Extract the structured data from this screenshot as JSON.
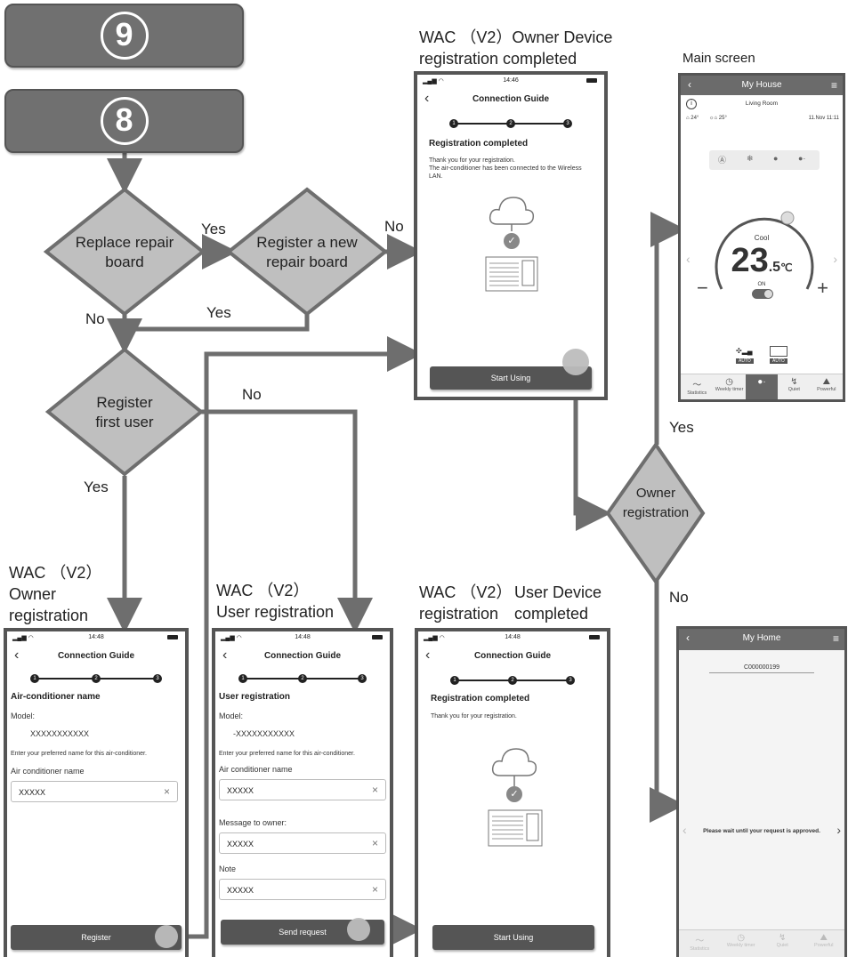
{
  "steps": {
    "step9": "9",
    "step8": "8"
  },
  "decisions": {
    "replace": "Replace repair\nboard",
    "register_new": "Register a new\nrepair board",
    "first_user": "Register\nfirst user",
    "owner": "Owner\nregistration"
  },
  "edge_labels": {
    "replace_yes": "Yes",
    "replace_no": "No",
    "new_yes": "Yes",
    "new_no": "No",
    "first_no": "No",
    "first_yes": "Yes",
    "owner_yes": "Yes",
    "owner_no": "No"
  },
  "captions": {
    "owner_completed": "WAC （V2）Owner Device\nregistration completed",
    "main_screen": "Main screen",
    "owner_registration": "WAC （V2）\nOwner\nregistration",
    "user_registration": "WAC （V2）\nUser registration",
    "user_completed_left": "WAC （V2）\nregistration",
    "user_completed_right": "User Device\ncompleted"
  },
  "phone_common": {
    "time": "14:48",
    "time_alt": "14:46",
    "nav_title": "Connection Guide",
    "progress": [
      "1",
      "2",
      "3"
    ]
  },
  "phone_owner_done": {
    "heading": "Registration completed",
    "body": "Thank you for your registration.\nThe air-conditioner has been connected to the Wireless\nLAN.",
    "button": "Start Using"
  },
  "phone_main": {
    "title": "My House",
    "room": "Living Room",
    "indoor_temp": "24°",
    "outdoor_temp": "25°",
    "date": "11.Nov 11:11",
    "mode": "Cool",
    "temp_int": "23",
    "temp_dec": ".5",
    "unit": "℃",
    "power": "ON",
    "minus": "−",
    "plus": "+",
    "auto1": "AUTO",
    "auto2": "AUTO",
    "tabs": [
      "Statistics",
      "Weekly timer",
      "",
      "Quiet",
      "Powerful"
    ]
  },
  "phone_owner_reg": {
    "heading": "Air-conditioner name",
    "model_label": "Model:",
    "model": "XXXXXXXXXXX",
    "hint": "Enter your preferred name for this air-conditioner.",
    "name_label": "Air conditioner name",
    "name_value": "XXXXX",
    "button": "Register"
  },
  "phone_user_reg": {
    "heading": "User registration",
    "model_label": "Model:",
    "model": "-XXXXXXXXXXX",
    "hint": "Enter your preferred name for this air-conditioner.",
    "name_label": "Air conditioner name",
    "name_value": "XXXXX",
    "msg_label": "Message to owner:",
    "msg_value": "XXXXX",
    "note_label": "Note",
    "note_value": "XXXXX",
    "button": "Send request"
  },
  "phone_user_done": {
    "heading": "Registration completed",
    "body": "Thank you for your registration.",
    "button": "Start Using"
  },
  "phone_home": {
    "title": "My Home",
    "code": "C000000199",
    "wait": "Please wait until your request is approved.",
    "tabs": [
      "Statistics",
      "Weekly timer",
      "Quiet",
      "Powerful"
    ]
  },
  "colors": {
    "box": "#707070",
    "diamond": "#bfbfbf",
    "arrow": "#707070",
    "button": "#555555"
  },
  "icons": [
    "cloud-icon",
    "check-icon",
    "air-conditioner-icon",
    "back-arrow-icon",
    "menu-icon",
    "info-icon"
  ]
}
